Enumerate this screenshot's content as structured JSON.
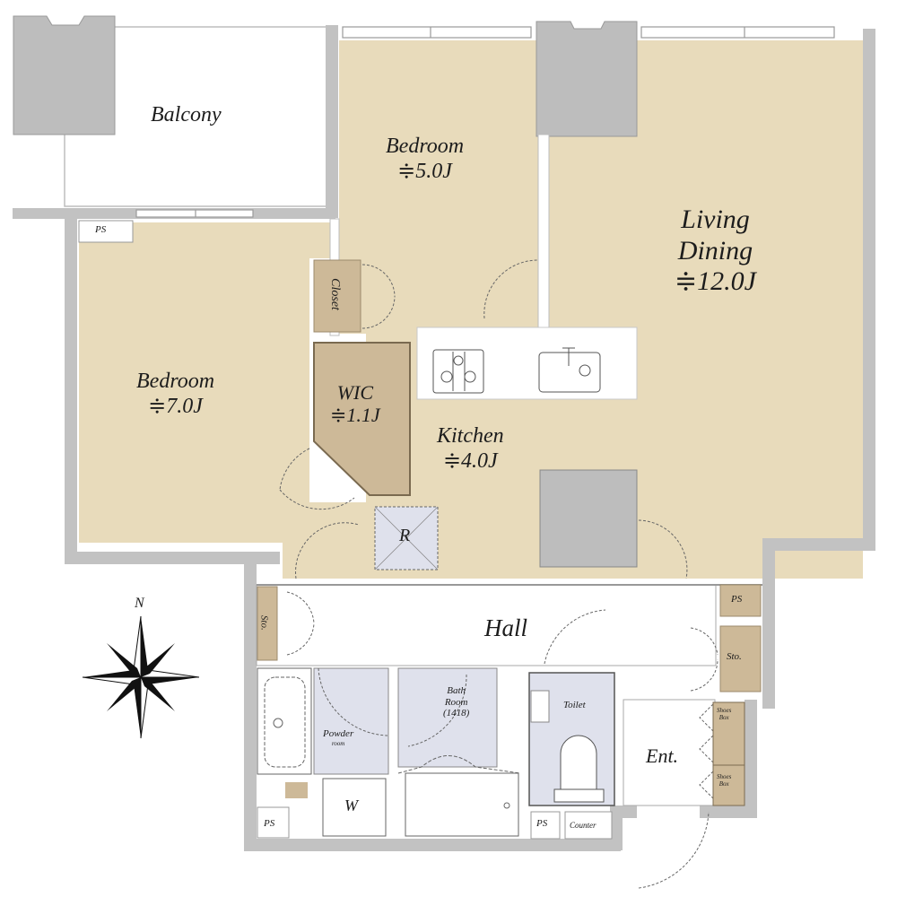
{
  "colors": {
    "floor": "#e8dbbb",
    "storage": "#cdb998",
    "wall": "#c2c2c2",
    "wet_area": "#dfe1ec",
    "line": "#4a4a4a",
    "white": "#ffffff"
  },
  "rooms": {
    "balcony": {
      "label": "Balcony"
    },
    "bedroom_north": {
      "label": "Bedroom",
      "area": "≑5.0J"
    },
    "bedroom_west": {
      "label": "Bedroom",
      "area": "≑7.0J"
    },
    "living_dining": {
      "label_line1": "Living",
      "label_line2": "Dining",
      "area": "≑12.0J"
    },
    "wic": {
      "label": "WIC",
      "area": "≑1.1J"
    },
    "kitchen": {
      "label": "Kitchen",
      "area": "≑4.0J"
    },
    "closet": {
      "label": "Closet"
    },
    "refrigerator": {
      "label": "R"
    },
    "hall": {
      "label": "Hall"
    },
    "powder_room": {
      "label_line1": "Powder",
      "label_line2": "room"
    },
    "bath_room": {
      "label_line1": "Bath",
      "label_line2": "Room",
      "size": "(1418)"
    },
    "toilet": {
      "label": "Toilet"
    },
    "entrance": {
      "label": "Ent."
    },
    "washer": {
      "label": "W"
    },
    "storage_hall_west": {
      "label": "Sto."
    },
    "storage_entrance": {
      "label": "Sto."
    },
    "ps_bedroom": {
      "label": "PS"
    },
    "ps_entrance": {
      "label": "PS"
    },
    "ps_bath": {
      "label": "PS"
    },
    "ps_toilet": {
      "label": "PS"
    },
    "counter": {
      "label": "Counter"
    },
    "shoe_box_upper": {
      "label_line1": "Shoes",
      "label_line2": "Box"
    },
    "shoe_box_lower": {
      "label_line1": "Shoes",
      "label_line2": "Box"
    }
  },
  "compass": {
    "north_label": "N"
  }
}
